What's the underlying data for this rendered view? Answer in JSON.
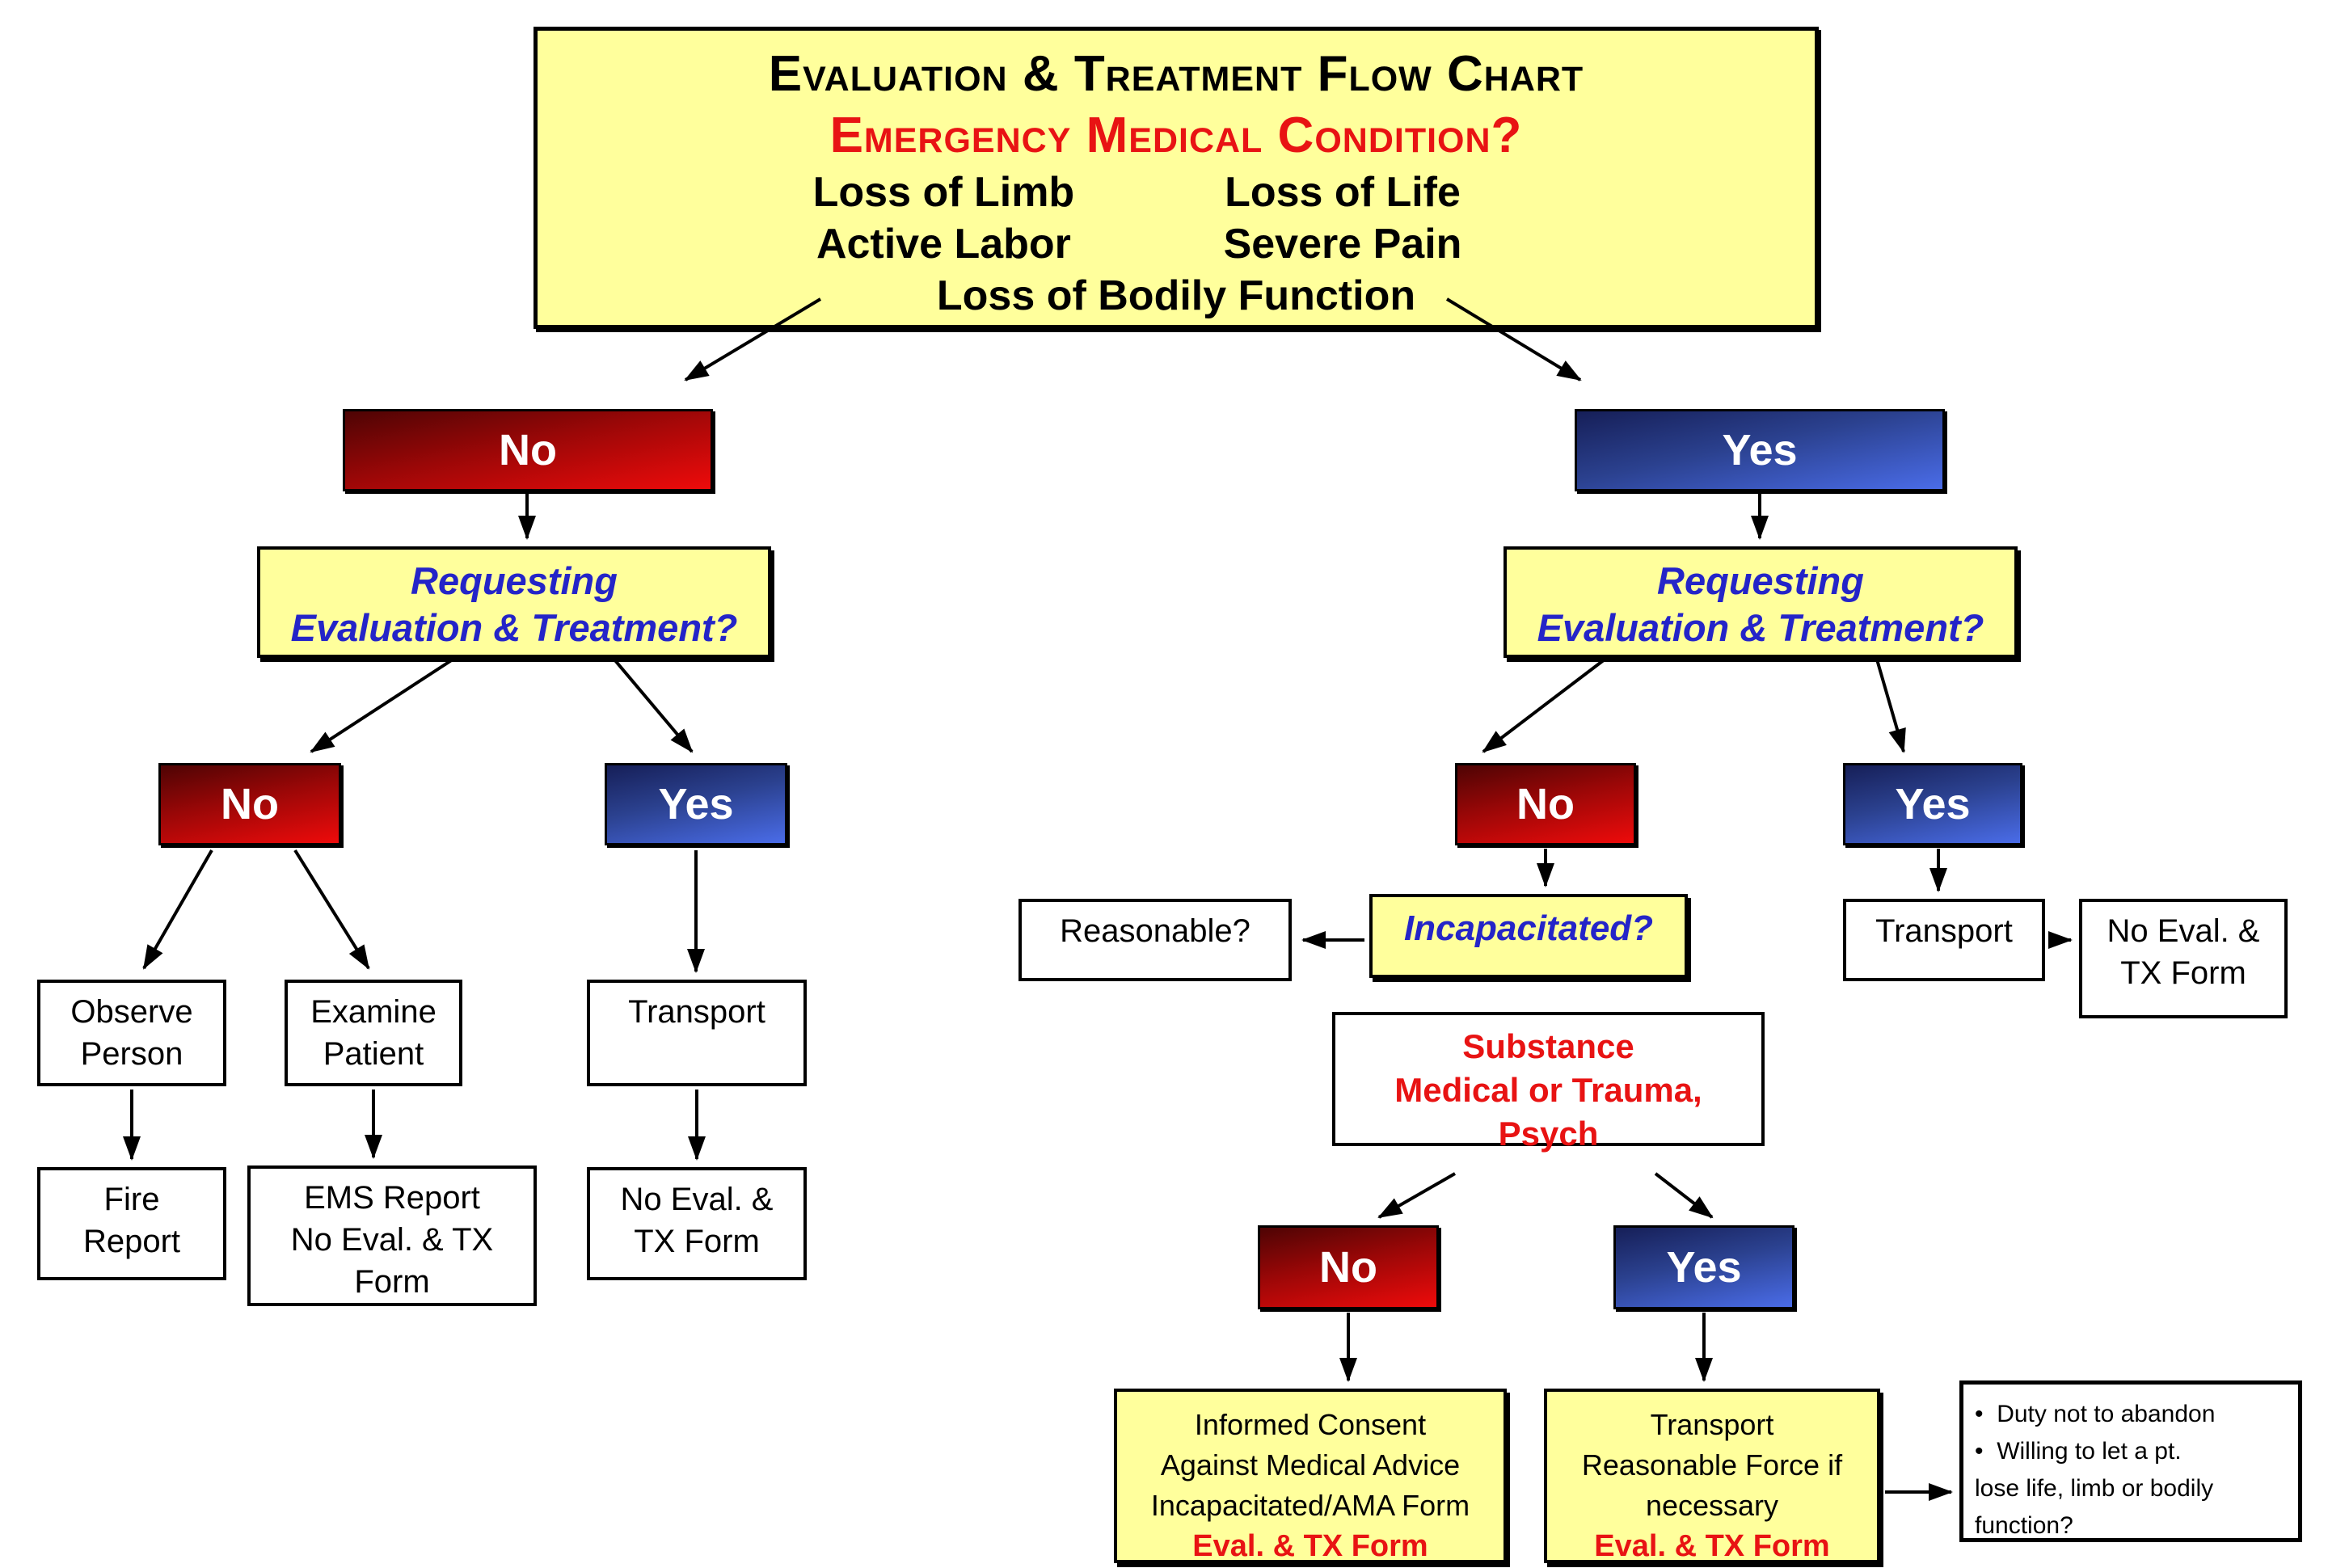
{
  "colors": {
    "node_yellow": "#ffff9c",
    "red_text": "#e81313",
    "blue_text": "#2424c8",
    "red_gradient_top": "#4e0404",
    "red_gradient_bottom": "#ee0b0b",
    "blue_gradient_top": "#161f58",
    "blue_gradient_bottom": "#4a6ce8"
  },
  "title_box": {
    "title": "Evaluation & Treatment Flow Chart",
    "subtitle": "Emergency Medical Condition?",
    "conditions": {
      "col_left": [
        "Loss of Limb",
        "Active Labor"
      ],
      "col_right": [
        "Loss of Life",
        "Severe Pain"
      ],
      "bottom": "Loss of Bodily Function"
    }
  },
  "nodes": {
    "emc_no": "No",
    "emc_yes": "Yes",
    "requesting_left": {
      "line1": "Requesting",
      "line2": "Evaluation & Treatment?"
    },
    "requesting_right": {
      "line1": "Requesting",
      "line2": "Evaluation & Treatment?"
    },
    "req_left_no": "No",
    "req_left_yes": "Yes",
    "req_right_no": "No",
    "req_right_yes": "Yes",
    "observe": {
      "lines": [
        "Observe",
        "Person"
      ]
    },
    "examine": {
      "lines": [
        "Examine",
        "Patient"
      ]
    },
    "transport_left": "Transport",
    "fire_report": {
      "lines": [
        "Fire",
        "Report"
      ]
    },
    "ems_report": {
      "lines": [
        "EMS Report",
        "No Eval. & TX",
        "Form"
      ]
    },
    "no_eval_left": {
      "lines": [
        "No Eval. &",
        "TX Form"
      ]
    },
    "reasonable": "Reasonable?",
    "incapacitated": "Incapacitated?",
    "transport_right": "Transport",
    "no_eval_right": {
      "lines": [
        "No Eval. &",
        "TX Form"
      ]
    },
    "substance": {
      "lines": [
        "Substance",
        "Medical or Trauma,",
        "Psych"
      ]
    },
    "substance_no": "No",
    "substance_yes": "Yes",
    "informed_consent": {
      "lines": [
        "Informed Consent",
        "Against Medical Advice",
        "Incapacitated/AMA Form"
      ],
      "highlight": "Eval. & TX Form"
    },
    "transport_force": {
      "lines": [
        "Transport",
        "Reasonable Force if",
        "necessary"
      ],
      "highlight": "Eval. & TX Form"
    },
    "duty": {
      "lines": [
        "Duty not to abandon",
        "Willing to let a pt.",
        "lose life, limb or bodily",
        "function?"
      ]
    }
  }
}
